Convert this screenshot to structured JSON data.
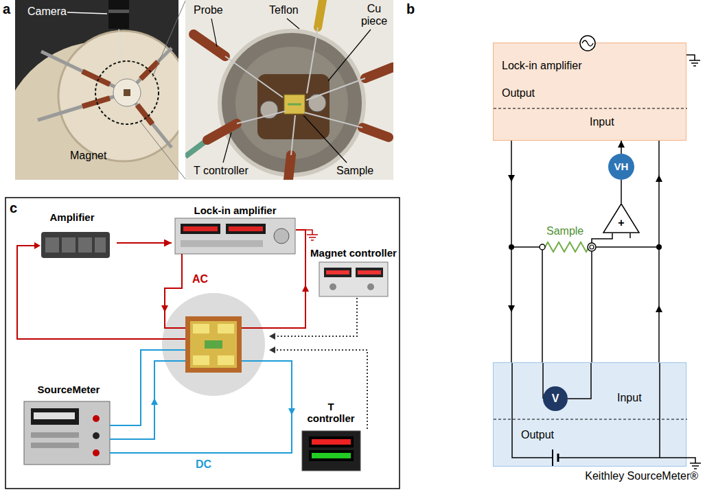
{
  "diagram": {
    "nodes": [
      {
        "text": [
          "Lock-in amplifier",
          "Output",
          "Input"
        ]
      },
      {
        "text": [
          "VH"
        ]
      },
      {
        "text": [
          "+"
        ]
      },
      {
        "text": [
          "Input",
          "Output",
          "Keithley SourceMeter®"
        ]
      },
      {
        "text": [
          "V"
        ],
        "in": 3
      },
      {
        "text": [
          "Amplifier"
        ]
      },
      {
        "text": [
          "Lock-in amplifier"
        ]
      },
      {
        "text": [
          "Magnet controller"
        ]
      },
      {
        "text": [
          "SourceMeter"
        ]
      },
      {
        "text": [
          "T controller"
        ]
      }
    ],
    "edges": [
      {
        "from": 1,
        "to": 0,
        "arrow": "to"
      },
      {
        "from": 2,
        "to": 1,
        "arrow": "none"
      },
      {
        "from": 5,
        "to": 6,
        "arrow": "to"
      }
    ],
    "labels": [
      "a",
      "Camera",
      "Magnet",
      "Probe",
      "Teflon",
      "Cu piece",
      "T controller",
      "Sample",
      "b",
      "Sample",
      "c",
      "AC",
      "DC"
    ]
  }
}
